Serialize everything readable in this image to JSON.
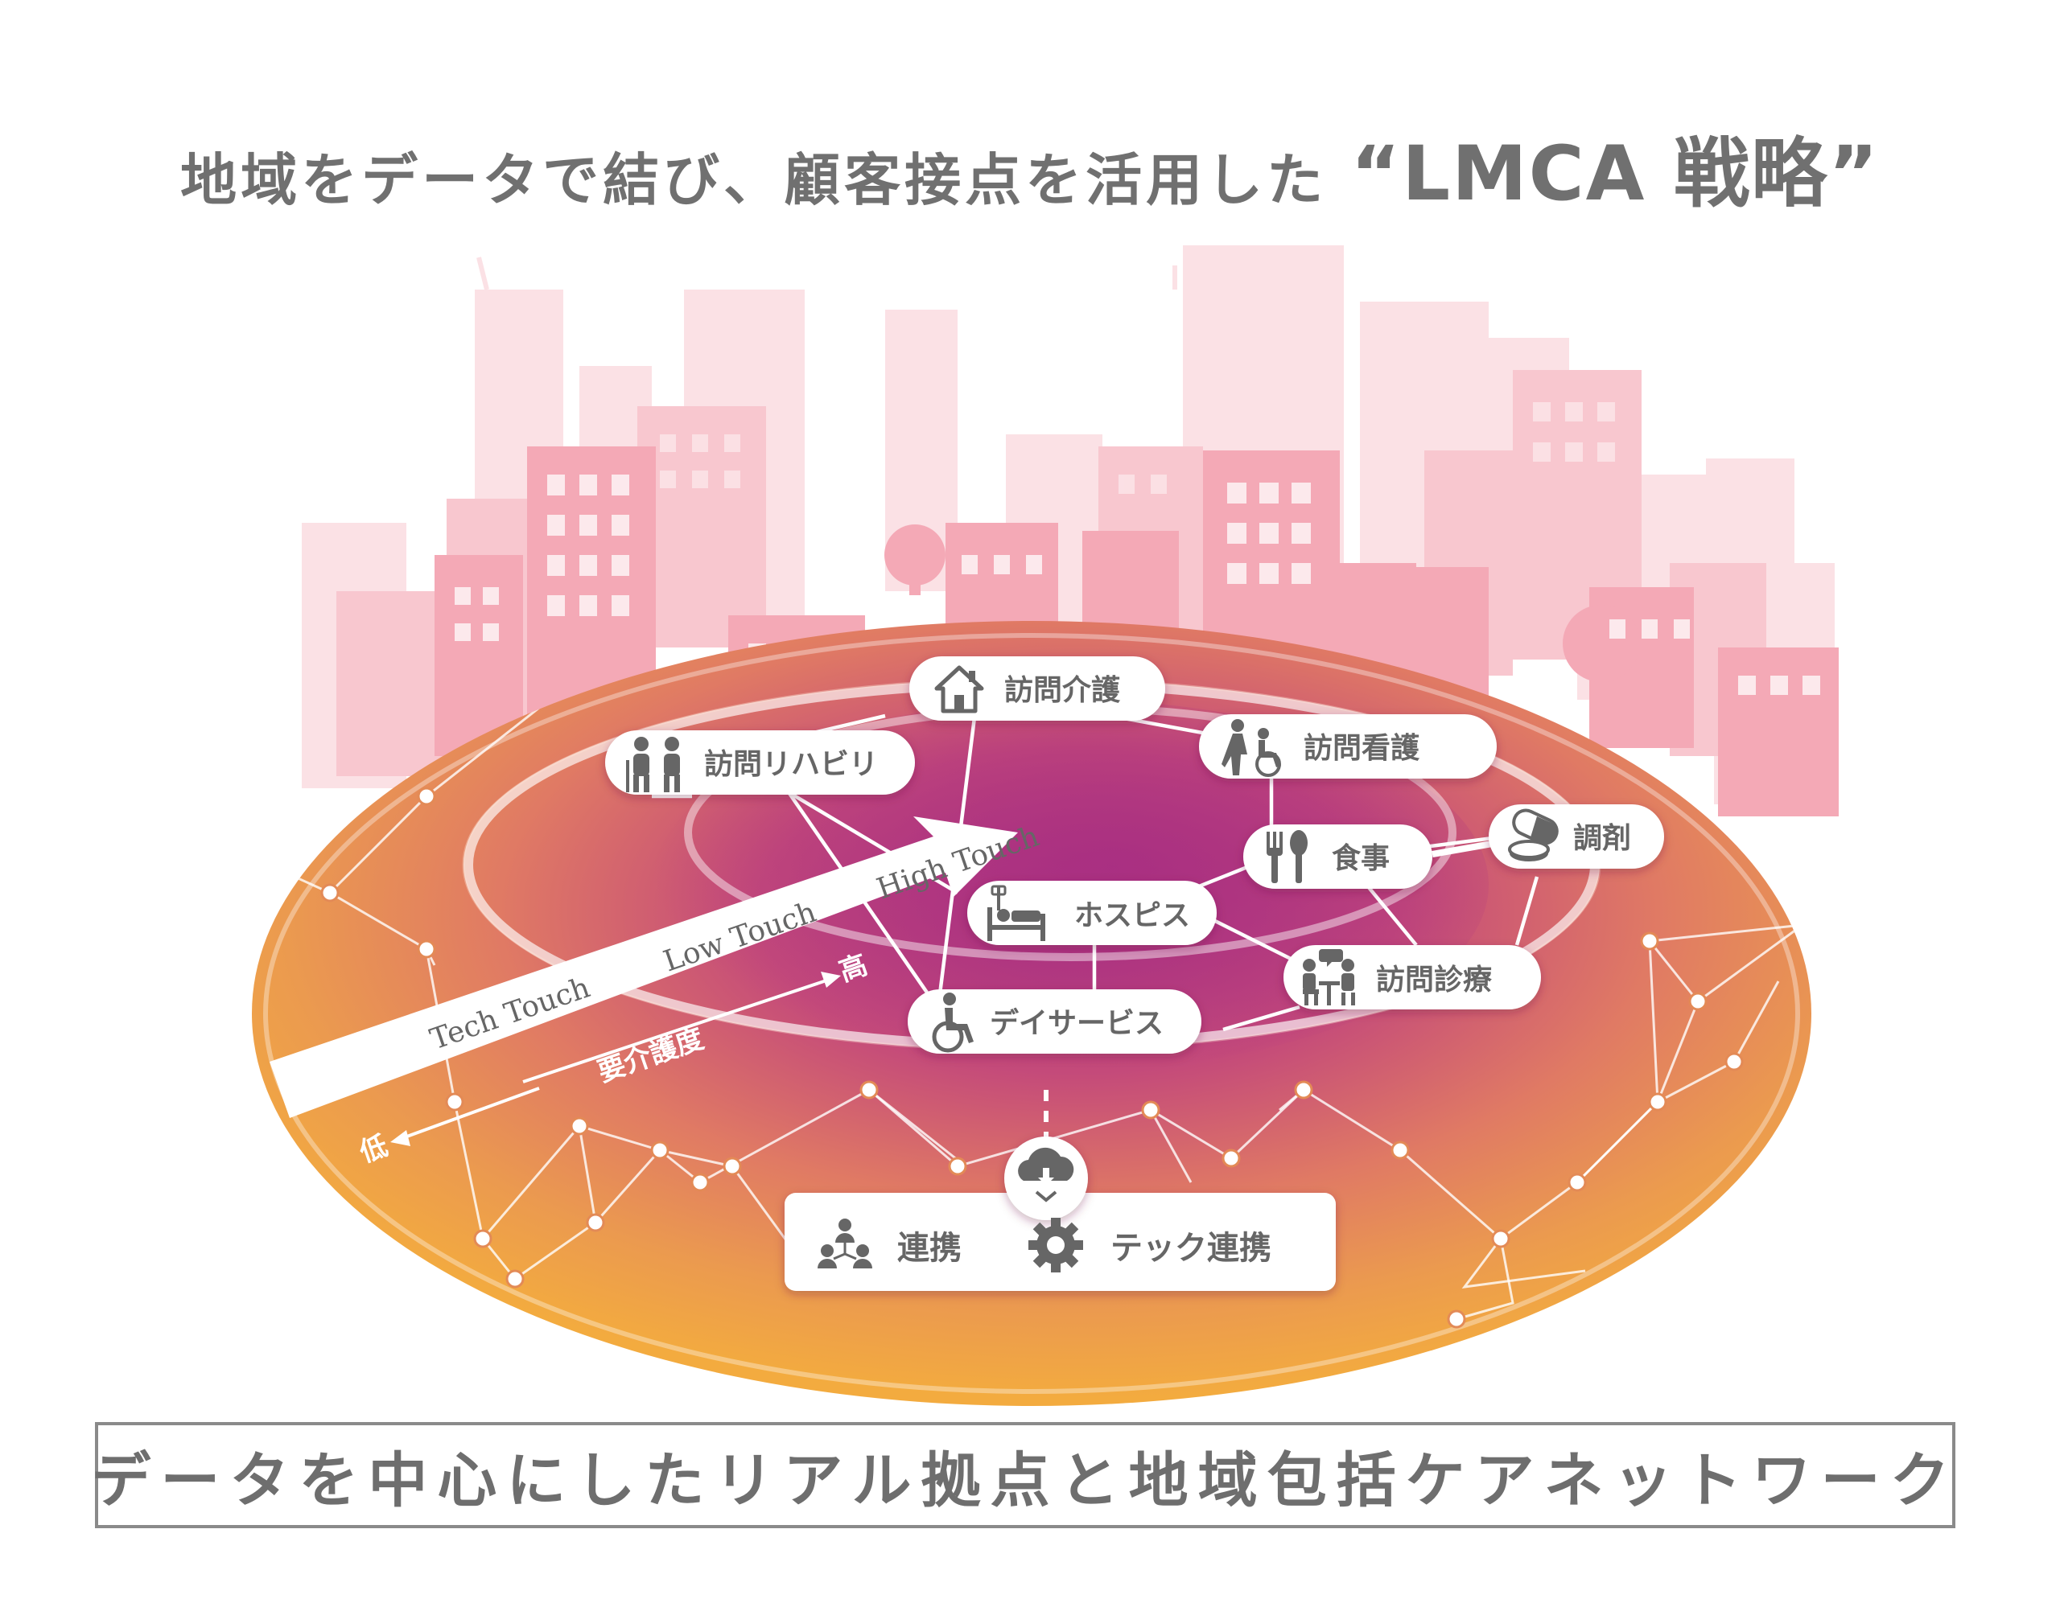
{
  "title": {
    "main": "地域をデータで結び、顧客接点を活用した",
    "highlight": "“LMCA 戦略”"
  },
  "nodes": {
    "homon_kaigo": "訪問介護",
    "homon_rihabiri": "訪問リハビリ",
    "homon_kango": "訪問看護",
    "shokuji": "食事",
    "chozai": "調剤",
    "hosupisu": "ホスピス",
    "homon_shinryo": "訪問診療",
    "dei_sabisu": "デイサービス"
  },
  "touch_arrow": {
    "tech": "Tech Touch",
    "low": "Low Touch",
    "high": "High Touch"
  },
  "care_axis": {
    "label": "要介護度",
    "high": "高",
    "low": "低"
  },
  "bottom_box": {
    "renkei": "連携",
    "tech_renkei": "テック連携"
  },
  "subtitle": "データを中心にしたリアル拠点と地域包括ケアネットワーク",
  "colors": {
    "orange": "#f2a341",
    "magenta": "#b0357f",
    "pink_building": "#f7b4bf",
    "text_gray": "#6b6b6b"
  },
  "icons": {
    "homon_kaigo": "house-icon",
    "homon_rihabiri": "elderly-couple-icon",
    "homon_kango": "caregiver-wheelchair-icon",
    "shokuji": "fork-spoon-icon",
    "chozai": "pills-icon",
    "hosupisu": "hospital-bed-icon",
    "homon_shinryo": "doctor-consult-icon",
    "dei_sabisu": "wheelchair-icon",
    "renkei": "network-people-icon",
    "tech_renkei": "gear-icon",
    "cloud": "cloud-download-icon"
  }
}
